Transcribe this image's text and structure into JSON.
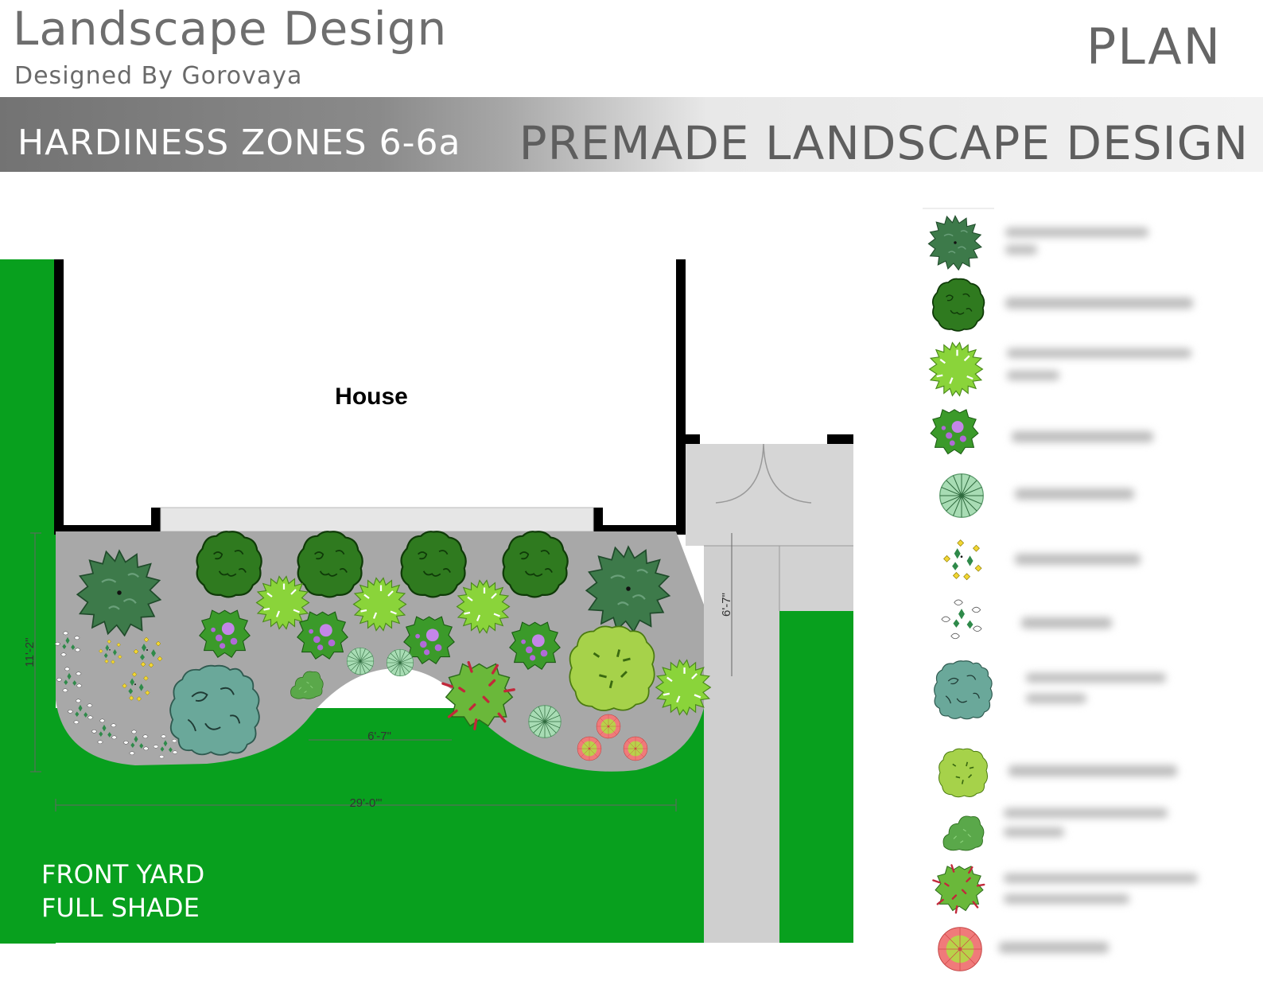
{
  "header": {
    "title": "Landscape Design",
    "subtitle": "Designed By Gorovaya",
    "sheet": "PLAN"
  },
  "banner": {
    "zones": "HARDINESS ZONES 6-6a",
    "headline": "PREMADE LANDSCAPE DESIGN"
  },
  "plan": {
    "house_label": "House",
    "dim_depth": "11'-2\"",
    "dim_width": "29'-0\"'",
    "dim_curve": "6'-7\"",
    "dim_walk": "6'-7\"",
    "yard_line1": "FRONT YARD",
    "yard_line2": "FULL SHADE"
  },
  "colors": {
    "lawn": "#08a01e",
    "bed": "#a8a8a8",
    "walk": "#cfcfcf",
    "wall": "#000000"
  },
  "legend": [
    {
      "icon": "large-evergreen-icon",
      "label": ""
    },
    {
      "icon": "dark-shrub-icon",
      "label": ""
    },
    {
      "icon": "spiky-shrub-icon",
      "label": ""
    },
    {
      "icon": "purple-flower-shrub-icon",
      "label": ""
    },
    {
      "icon": "fan-plant-icon",
      "label": ""
    },
    {
      "icon": "yellow-flower-icon",
      "label": ""
    },
    {
      "icon": "white-flower-icon",
      "label": ""
    },
    {
      "icon": "blue-green-shrub-icon",
      "label": ""
    },
    {
      "icon": "yellow-green-shrub-icon",
      "label": ""
    },
    {
      "icon": "low-shrub-icon",
      "label": ""
    },
    {
      "icon": "red-leaf-shrub-icon",
      "label": ""
    },
    {
      "icon": "pink-round-plant-icon",
      "label": ""
    }
  ]
}
